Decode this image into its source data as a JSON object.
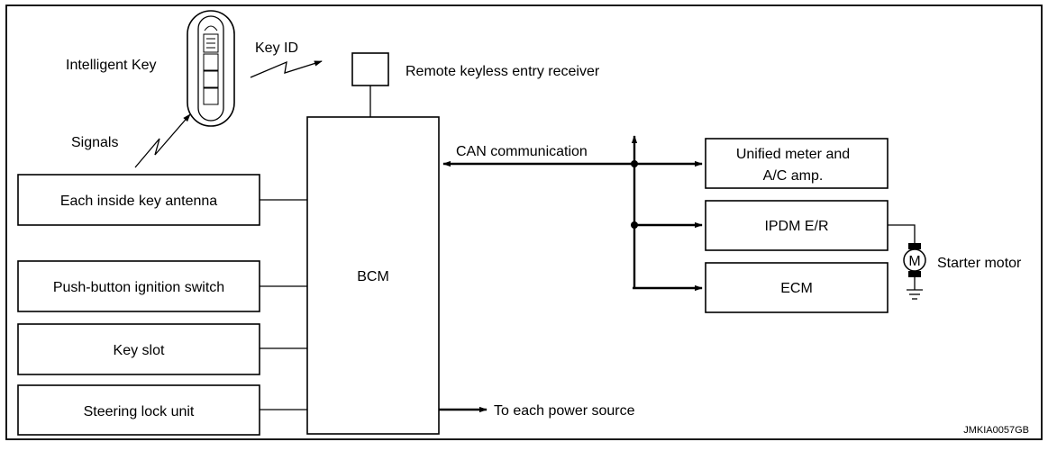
{
  "labels": {
    "intelligent_key": "Intelligent Key",
    "key_id": "Key ID",
    "signals": "Signals",
    "remote_receiver": "Remote keyless entry receiver",
    "can_communication": "CAN communication",
    "bcm": "BCM",
    "to_power_source": "To each power source",
    "starter_motor": "Starter motor",
    "motor_symbol": "M",
    "figure_code": "JMKIA0057GB"
  },
  "left_boxes": [
    "Each inside key antenna",
    "Push-button ignition switch",
    "Key slot",
    "Steering lock unit"
  ],
  "right_boxes": [
    [
      "Unified meter and",
      "A/C amp."
    ],
    [
      "IPDM E/R"
    ],
    [
      "ECM"
    ]
  ]
}
